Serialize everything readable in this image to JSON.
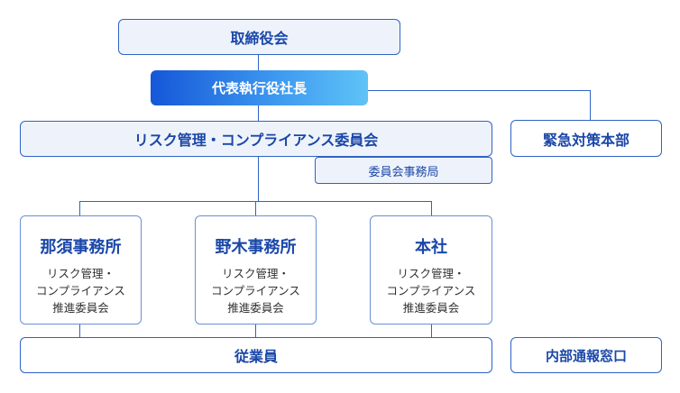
{
  "board": "取締役会",
  "ceo": "代表執行役社長",
  "risk_committee": "リスク管理・コンプライアンス委員会",
  "committee_secretariat": "委員会事務局",
  "emergency_hq": "緊急対策本部",
  "offices": [
    {
      "name": "那須事務所",
      "committee": "リスク管理・\nコンプライアンス\n推進委員会"
    },
    {
      "name": "野木事務所",
      "committee": "リスク管理・\nコンプライアンス\n推進委員会"
    },
    {
      "name": "本社",
      "committee": "リスク管理・\nコンプライアンス\n推進委員会"
    }
  ],
  "employees": "従業員",
  "whistleblowing": "内部通報窓口",
  "colors": {
    "line": "#2f63c5",
    "box_fill": "#eef3fb",
    "text": "#1a47a8",
    "ceo_gradient": [
      "#1557d8",
      "#5fc3f7"
    ]
  }
}
